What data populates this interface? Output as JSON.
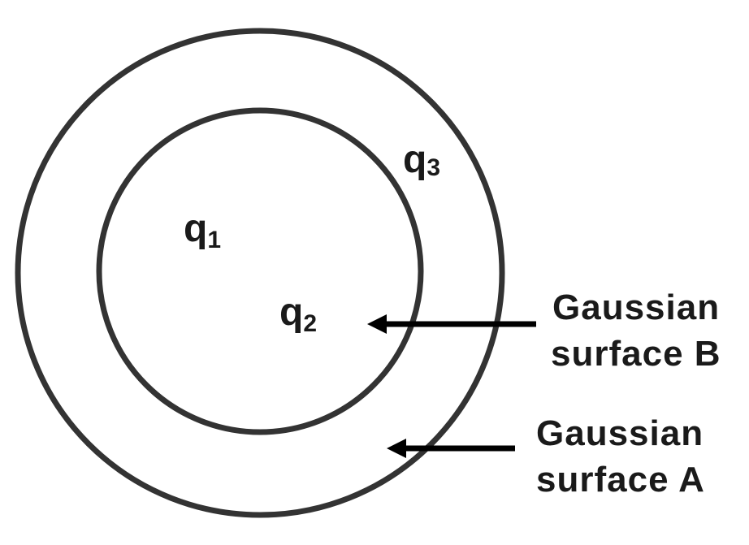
{
  "colors": {
    "stroke": "#333333",
    "text": "#1a1a1a",
    "arrow": "#000000",
    "background": "#ffffff"
  },
  "charges": {
    "q1": {
      "base": "q",
      "subscript": "1"
    },
    "q2": {
      "base": "q",
      "subscript": "2"
    },
    "q3": {
      "base": "q",
      "subscript": "3"
    }
  },
  "surface_b": {
    "line1": "Gaussian",
    "line2": "surface B"
  },
  "surface_a": {
    "line1": "Gaussian",
    "line2": "surface A"
  }
}
